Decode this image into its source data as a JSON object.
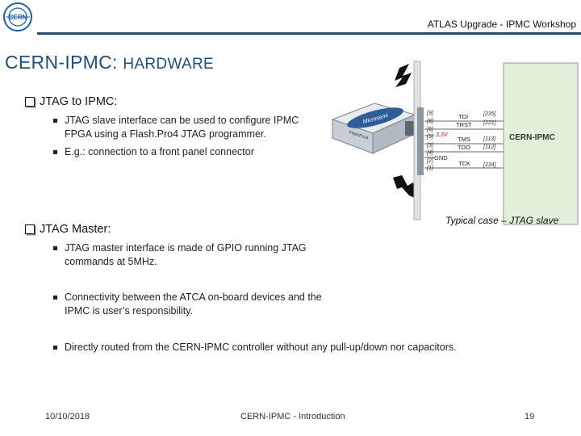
{
  "header": {
    "logo_text": "CERN",
    "title": "ATLAS Upgrade - IPMC Workshop"
  },
  "slide": {
    "title_main": "CERN-IPMC: ",
    "title_sub": "HARDWARE",
    "sections": [
      {
        "heading": "JTAG to IPMC:",
        "items": [
          "JTAG slave interface can be used to configure IPMC FPGA using a Flash.Pro4 JTAG programmer.",
          "E.g.: connection to a front panel connector"
        ]
      },
      {
        "heading": "JTAG Master:",
        "items": [
          "JTAG master interface is made of GPIO running JTAG commands at 5MHz.",
          "Connectivity between the ATCA on-board devices and the IPMC is user’s responsibility.",
          "Directly routed from the CERN-IPMC controller without any pull-up/down nor capacitors."
        ]
      }
    ]
  },
  "diagram": {
    "programmer_label": "Microsemi",
    "programmer_sublabel": "FlashPro4",
    "board_label": "CERN-IPMC",
    "pins_left": [
      "[9]",
      "[8]",
      "[6]",
      "[5]",
      "[3]",
      "[4]",
      "[2]",
      "[1]"
    ],
    "voltage": "3.3V",
    "signals": [
      "TDI",
      "TRST",
      "TMS",
      "TDO",
      "GND",
      "TCK"
    ],
    "pins_right": [
      "[235]",
      "[221]",
      "[113]",
      "[112]",
      "[234]"
    ],
    "caption": "Typical case – JTAG slave",
    "colors": {
      "board_fill": "#e2efd9",
      "board_border": "#9a9a9a",
      "voltage": "#c00000"
    }
  },
  "footer": {
    "date": "10/10/2018",
    "center": "CERN-IPMC - Introduction",
    "page": "19"
  }
}
